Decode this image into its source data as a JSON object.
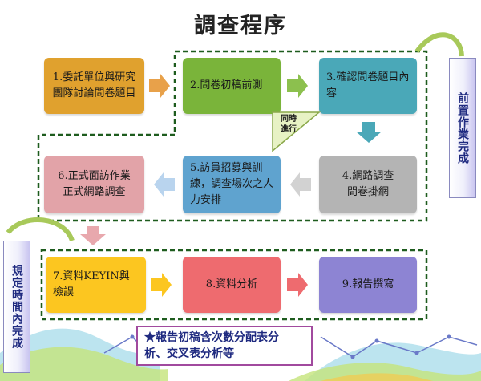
{
  "title": "調查程序",
  "steps": {
    "s1": "1.委託單位與研究團隊討論問卷題目",
    "s2": "2.問卷初稿前測",
    "s3": "3.確認問卷題目內容",
    "s4": "4.網路調查\n問卷掛網",
    "s5": "5.訪員招募與訓練，調查場次之人力安排",
    "s6": "6.正式面訪作業\n正式網路調查",
    "s7": "7.資料KEYIN與檢誤",
    "s8": "8.資料分析",
    "s9": "9.報告撰寫"
  },
  "sync_label": "同時\n進行",
  "side_labels": {
    "right": "前置作業完成",
    "left": "規定時間內完成"
  },
  "note": "★報告初稿含次數分配表分\n析、交叉表分析等",
  "colors": {
    "orange": "#e0a12e",
    "green": "#7ab43a",
    "teal": "#4aa8b8",
    "gray": "#b4b4b4",
    "blue": "#5fa3cf",
    "pink": "#e2a3a8",
    "yellow": "#fcc620",
    "red": "#ee6b6f",
    "purple": "#8d84d3"
  }
}
